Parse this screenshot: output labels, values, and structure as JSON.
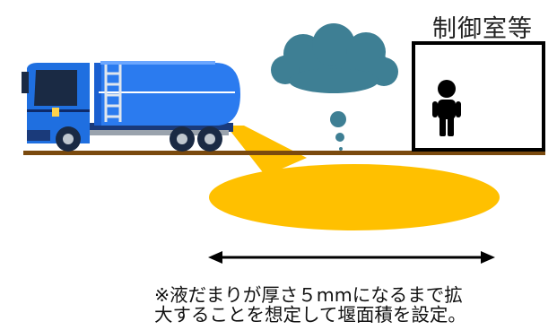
{
  "diagram": {
    "room_label": "制御室等",
    "note_line1": "※液だまりが厚さ５mmになるまで拡",
    "note_line2": "大することを想定して堰面積を設定。"
  },
  "colors": {
    "ground": "#7a4a0e",
    "truck_blue": "#1f6fe0",
    "truck_dark": "#1a4fb0",
    "tank_blue": "#2b7bef",
    "puddle": "#ffc000",
    "cloud": "#3e7f94",
    "room_border": "#000000",
    "person": "#000000"
  }
}
